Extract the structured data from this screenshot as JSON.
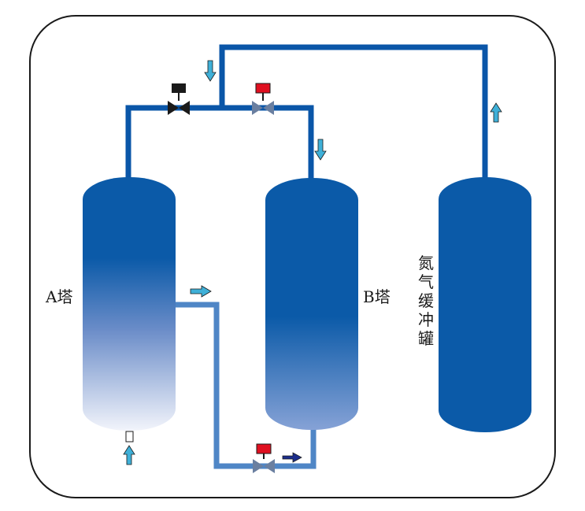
{
  "labels": {
    "tower_a": "A塔",
    "tower_b": "B塔",
    "buffer_tank": "氮气缓冲罐"
  },
  "colors": {
    "frame_stroke": "#1a1a1a",
    "pipe_dark": "#0a56a8",
    "pipe_light": "#4f86c6",
    "vessel_dark": "#0b5aa8",
    "arrow_cyan": "#3fb0d8",
    "arrow_navy": "#1c2e8c",
    "valve_open_red": "#e01020",
    "valve_closed_black": "#1a1a1a",
    "valve_body_grey": "#6a7fa0"
  },
  "icons": {
    "valve": "three-way-valve-icon",
    "flow_arrow": "flow-arrow-icon"
  },
  "valves": [
    {
      "id": "top-left",
      "state": "closed"
    },
    {
      "id": "top-right",
      "state": "open"
    },
    {
      "id": "bottom",
      "state": "open"
    }
  ]
}
